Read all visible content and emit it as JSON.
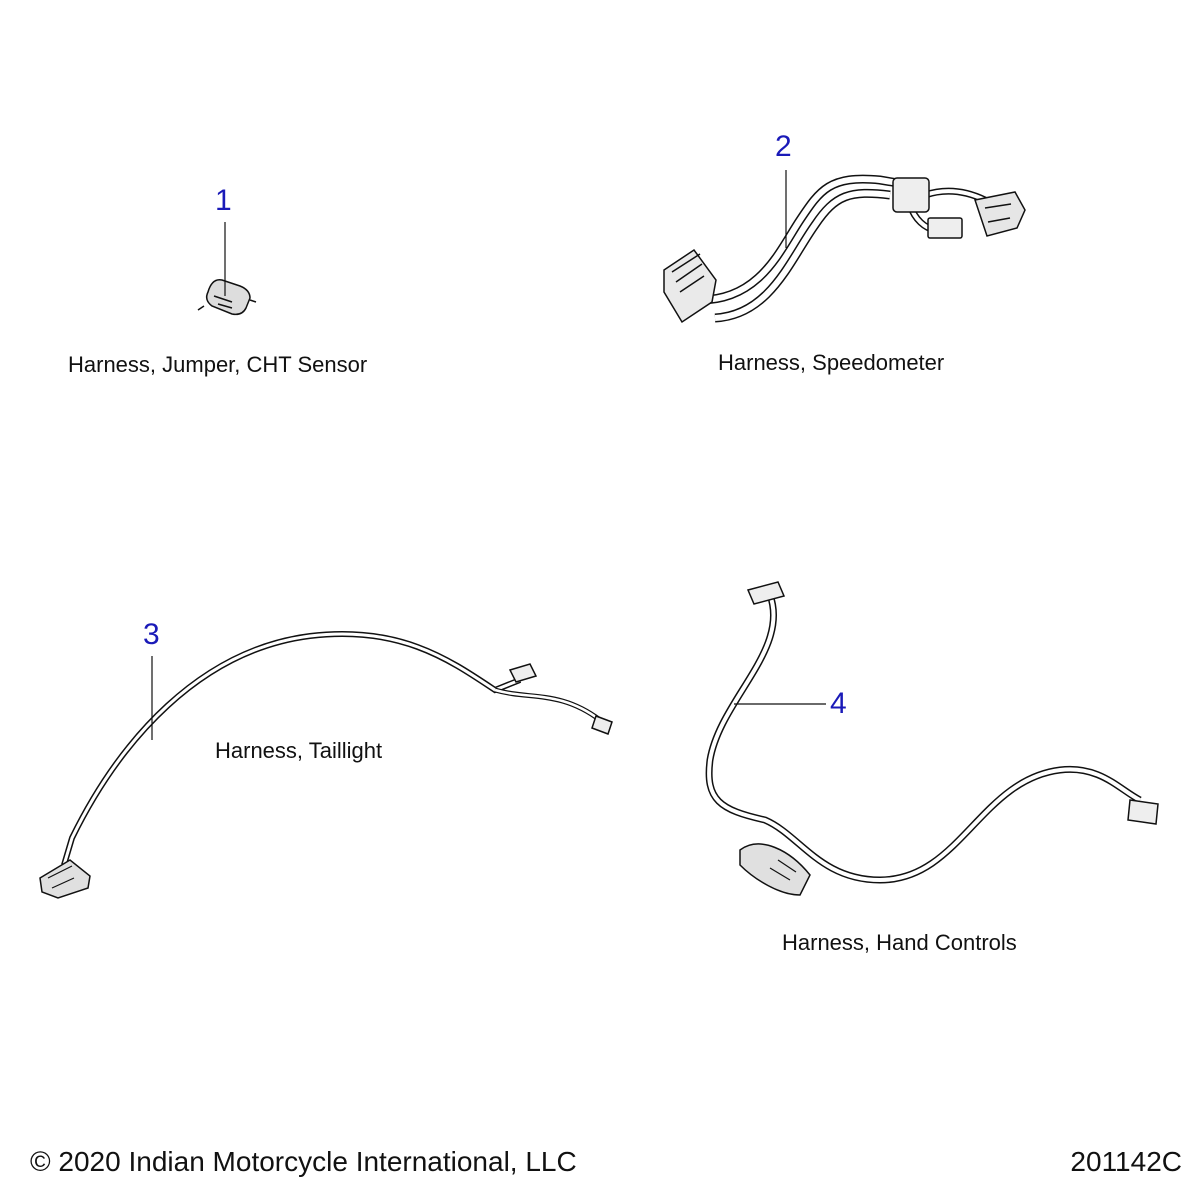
{
  "accent_color": "#1a1ab8",
  "parts": [
    {
      "callout": "1",
      "caption": "Harness, Jumper, CHT Sensor",
      "icon": "cht-sensor-jumper-harness-icon"
    },
    {
      "callout": "2",
      "caption": "Harness, Speedometer",
      "icon": "speedometer-harness-icon"
    },
    {
      "callout": "3",
      "caption": "Harness, Taillight",
      "icon": "taillight-harness-icon"
    },
    {
      "callout": "4",
      "caption": "Harness, Hand Controls",
      "icon": "hand-controls-harness-icon"
    }
  ],
  "footer": {
    "copyright": "© 2020 Indian Motorcycle International, LLC",
    "diagram_number": "201142C"
  }
}
